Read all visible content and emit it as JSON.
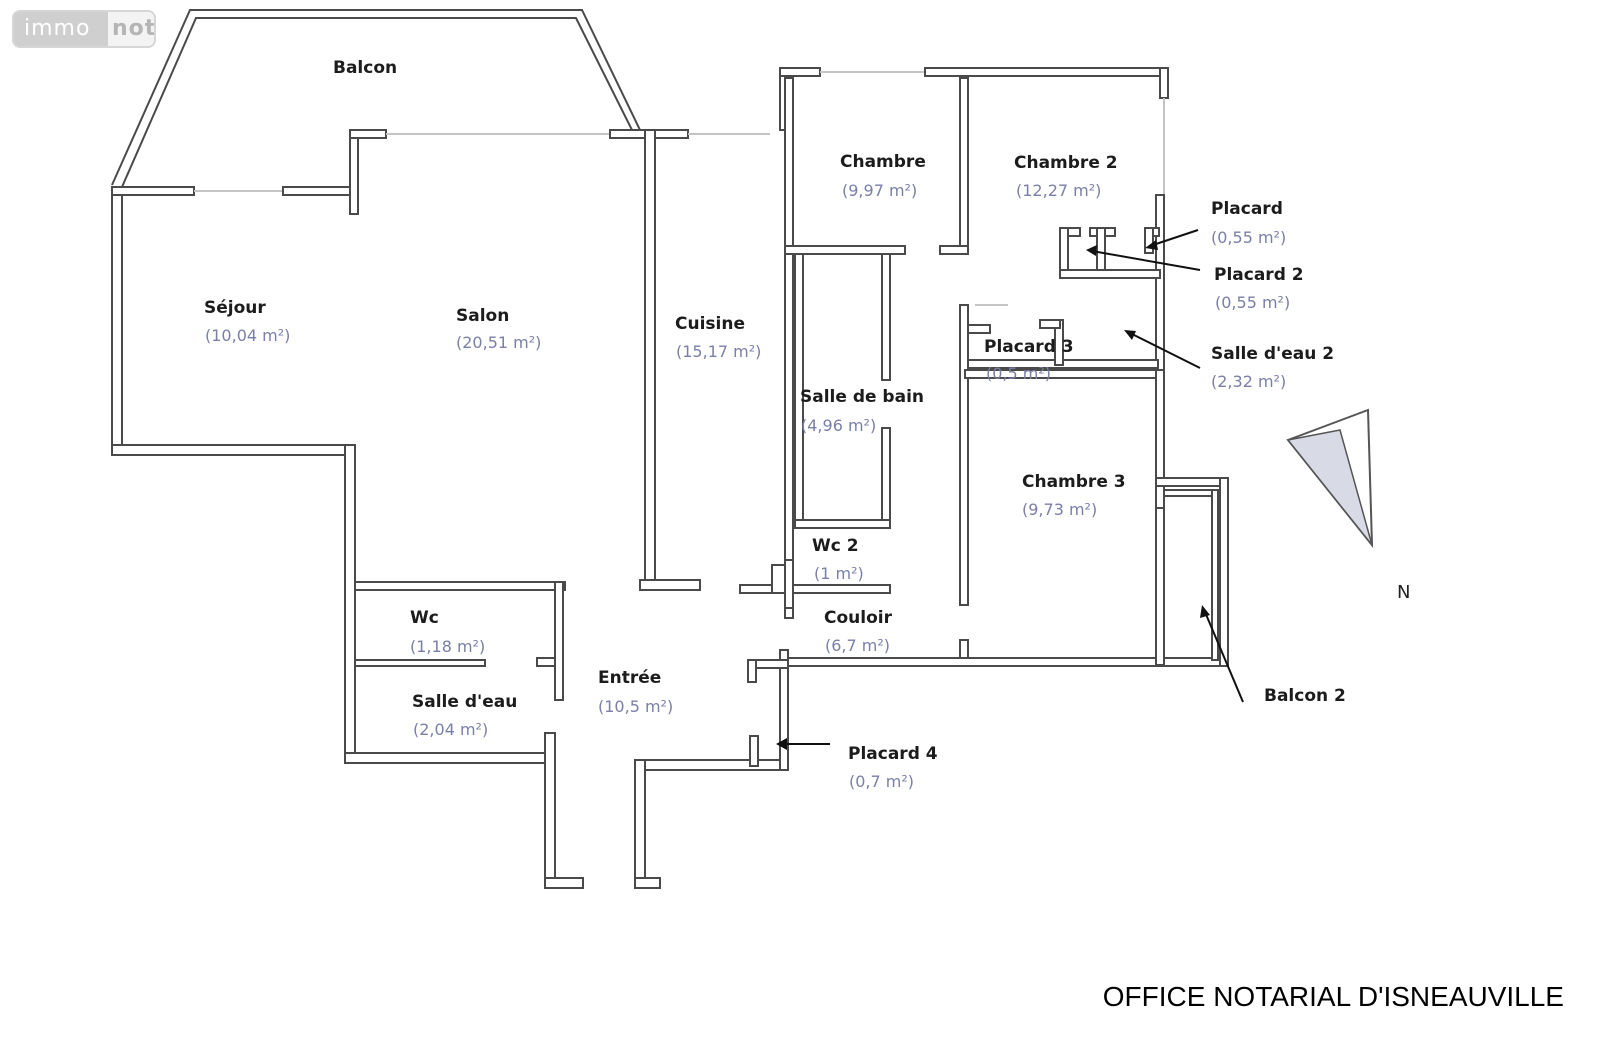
{
  "logo": {
    "part1": "immo",
    "part2": "not"
  },
  "rooms": {
    "balcon": {
      "name": "Balcon"
    },
    "sejour": {
      "name": "Séjour",
      "area": "(10,04 m²)"
    },
    "salon": {
      "name": "Salon",
      "area": "(20,51 m²)"
    },
    "cuisine": {
      "name": "Cuisine",
      "area": "(15,17 m²)"
    },
    "chambre": {
      "name": "Chambre",
      "area": "(9,97 m²)"
    },
    "chambre2": {
      "name": "Chambre 2",
      "area": "(12,27 m²)"
    },
    "placard": {
      "name": "Placard",
      "area": "(0,55 m²)"
    },
    "placard2": {
      "name": "Placard 2",
      "area": "(0,55 m²)"
    },
    "placard3": {
      "name": "Placard 3",
      "area": "(0,5 m²)"
    },
    "salle_eau2": {
      "name": "Salle d'eau 2",
      "area": "(2,32 m²)"
    },
    "salle_bain": {
      "name": "Salle de bain",
      "area": "(4,96 m²)"
    },
    "chambre3": {
      "name": "Chambre 3",
      "area": "(9,73 m²)"
    },
    "wc2": {
      "name": "Wc 2",
      "area": "(1 m²)"
    },
    "couloir": {
      "name": "Couloir",
      "area": "(6,7 m²)"
    },
    "wc": {
      "name": "Wc",
      "area": "(1,18 m²)"
    },
    "entree": {
      "name": "Entrée",
      "area": "(10,5 m²)"
    },
    "salle_eau": {
      "name": "Salle d'eau",
      "area": "(2,04 m²)"
    },
    "placard4": {
      "name": "Placard 4",
      "area": "(0,7 m²)"
    },
    "balcon2": {
      "name": "Balcon 2"
    }
  },
  "compass": {
    "label": "N"
  },
  "footer": {
    "office": "OFFICE NOTARIAL D'ISNEAUVILLE"
  }
}
